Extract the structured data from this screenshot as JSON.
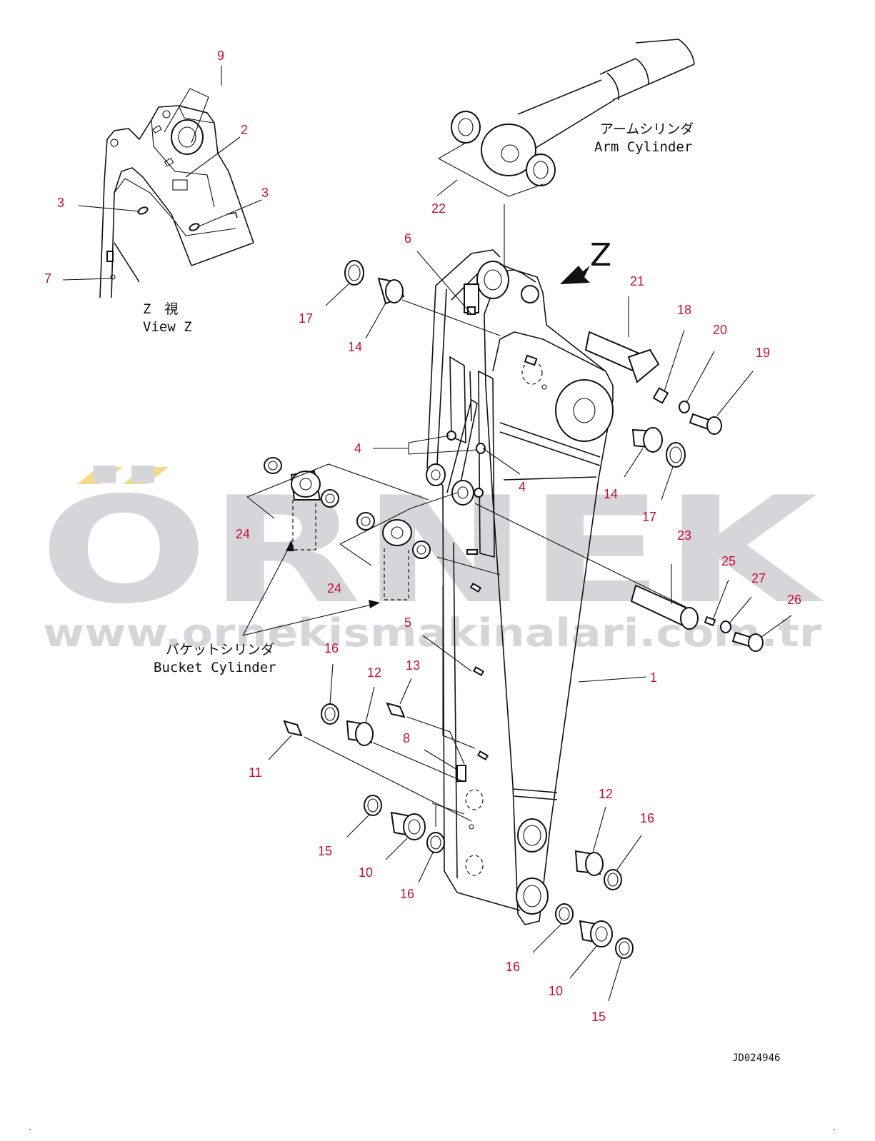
{
  "watermark": {
    "brand": "ÖRNEK",
    "url": "www.ornekismakinalari.com.tr",
    "brand_color": "#cfcfd4",
    "accent_color": "#f5d87a"
  },
  "view_z": {
    "caption_jp": "Z　視",
    "caption_en": "View Z"
  },
  "arrow_label": "Z",
  "arm_cylinder": {
    "jp": "アームシリンダ",
    "en": "Arm Cylinder"
  },
  "bucket_cylinder": {
    "jp": "バケットシリンダ",
    "en": "Bucket Cylinder"
  },
  "drawing_code": "JD024946",
  "part_labels": [
    {
      "id": "p9",
      "num": "9"
    },
    {
      "id": "p2",
      "num": "2"
    },
    {
      "id": "p3a",
      "num": "3"
    },
    {
      "id": "p3b",
      "num": "3"
    },
    {
      "id": "p7",
      "num": "7"
    },
    {
      "id": "p22",
      "num": "22"
    },
    {
      "id": "p6",
      "num": "6"
    },
    {
      "id": "p17a",
      "num": "17"
    },
    {
      "id": "p14a",
      "num": "14"
    },
    {
      "id": "p21",
      "num": "21"
    },
    {
      "id": "p18",
      "num": "18"
    },
    {
      "id": "p20",
      "num": "20"
    },
    {
      "id": "p19",
      "num": "19"
    },
    {
      "id": "p4a",
      "num": "4"
    },
    {
      "id": "p4b",
      "num": "4"
    },
    {
      "id": "p14b",
      "num": "14"
    },
    {
      "id": "p17b",
      "num": "17"
    },
    {
      "id": "p24a",
      "num": "24"
    },
    {
      "id": "p24b",
      "num": "24"
    },
    {
      "id": "p23",
      "num": "23"
    },
    {
      "id": "p25",
      "num": "25"
    },
    {
      "id": "p27",
      "num": "27"
    },
    {
      "id": "p26",
      "num": "26"
    },
    {
      "id": "p5",
      "num": "5"
    },
    {
      "id": "p1",
      "num": "1"
    },
    {
      "id": "p16a",
      "num": "16"
    },
    {
      "id": "p12a",
      "num": "12"
    },
    {
      "id": "p13",
      "num": "13"
    },
    {
      "id": "p8",
      "num": "8"
    },
    {
      "id": "p11",
      "num": "11"
    },
    {
      "id": "p15a",
      "num": "15"
    },
    {
      "id": "p10a",
      "num": "10"
    },
    {
      "id": "p16b",
      "num": "16"
    },
    {
      "id": "p12b",
      "num": "12"
    },
    {
      "id": "p16c",
      "num": "16"
    },
    {
      "id": "p16d",
      "num": "16"
    },
    {
      "id": "p10b",
      "num": "10"
    },
    {
      "id": "p15b",
      "num": "15"
    }
  ]
}
